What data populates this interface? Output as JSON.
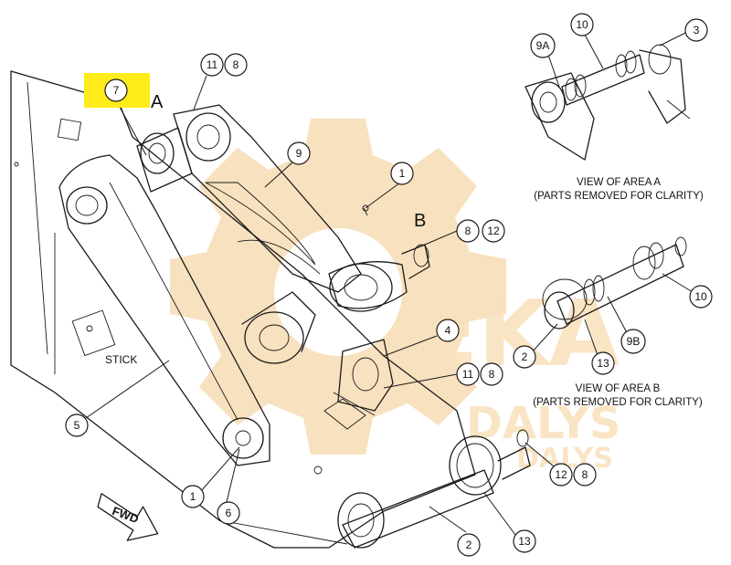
{
  "labels": {
    "area_a": "A",
    "area_b": "B",
    "stick": "STICK",
    "fwd": "FWD",
    "view_a_line1": "VIEW OF AREA  A",
    "view_a_line2": "(PARTS REMOVED FOR CLARITY)",
    "view_b_line1": "VIEW OF AREA  B",
    "view_b_line2": "(PARTS REMOVED FOR CLARITY)"
  },
  "callouts": {
    "c7": "7",
    "c11_top": "11",
    "c8_top": "8",
    "c9": "9",
    "c1_top": "1",
    "c8_b": "8",
    "c12_b": "12",
    "c4": "4",
    "c11_mid": "11",
    "c8_mid": "8",
    "c5": "5",
    "c1_bot": "1",
    "c6": "6",
    "c12_bot": "12",
    "c8_bot": "8",
    "c2_bot": "2",
    "c13_bot": "13",
    "c9a": "9A",
    "c10_a": "10",
    "c3": "3",
    "c10_b": "10",
    "c2_b": "2",
    "c13_b": "13",
    "c9b": "9B"
  },
  "watermark": {
    "line1": "EKA",
    "line2": "DALYS",
    "line3": "DALYS"
  },
  "colors": {
    "highlight": "#ffec1a",
    "watermark": "#f3c98a",
    "line": "#1a1a1a"
  }
}
